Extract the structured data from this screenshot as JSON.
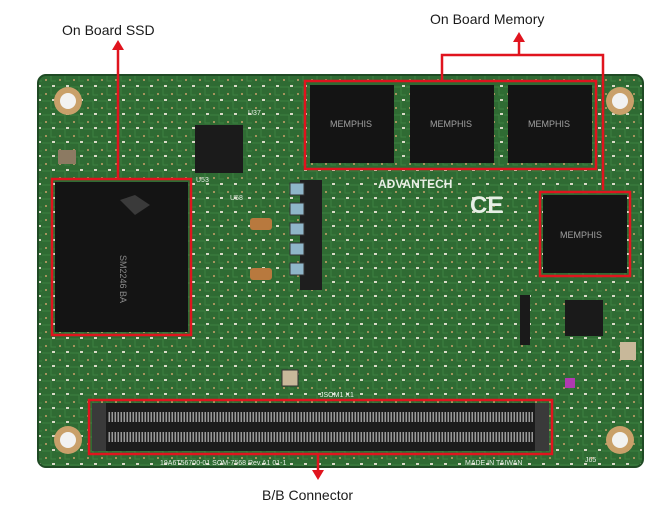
{
  "labels": {
    "ssd": "On Board SSD",
    "memory": "On Board Memory",
    "connector": "B/B Connector"
  },
  "board": {
    "brand": "ADVANTECH",
    "ce_mark": "CE",
    "chip_brand": "MEMPHIS",
    "silkscreen_bottom": "19A6T56700-01 SOM-7568 Rev.A1 01-1",
    "made_in": "MADE IN TAIWAN",
    "connector_ref": "JSOM1 X1",
    "ref_u53": "U53",
    "ref_u58": "U58",
    "ref_u37": "U37",
    "ref_j65": "J65"
  },
  "colors": {
    "pcb": "#2f6b33",
    "pcb_dark": "#1f4a24",
    "chip": "#141414",
    "highlight": "#e0141e",
    "gold": "#c9a06a",
    "silk": "#e8efe6"
  }
}
